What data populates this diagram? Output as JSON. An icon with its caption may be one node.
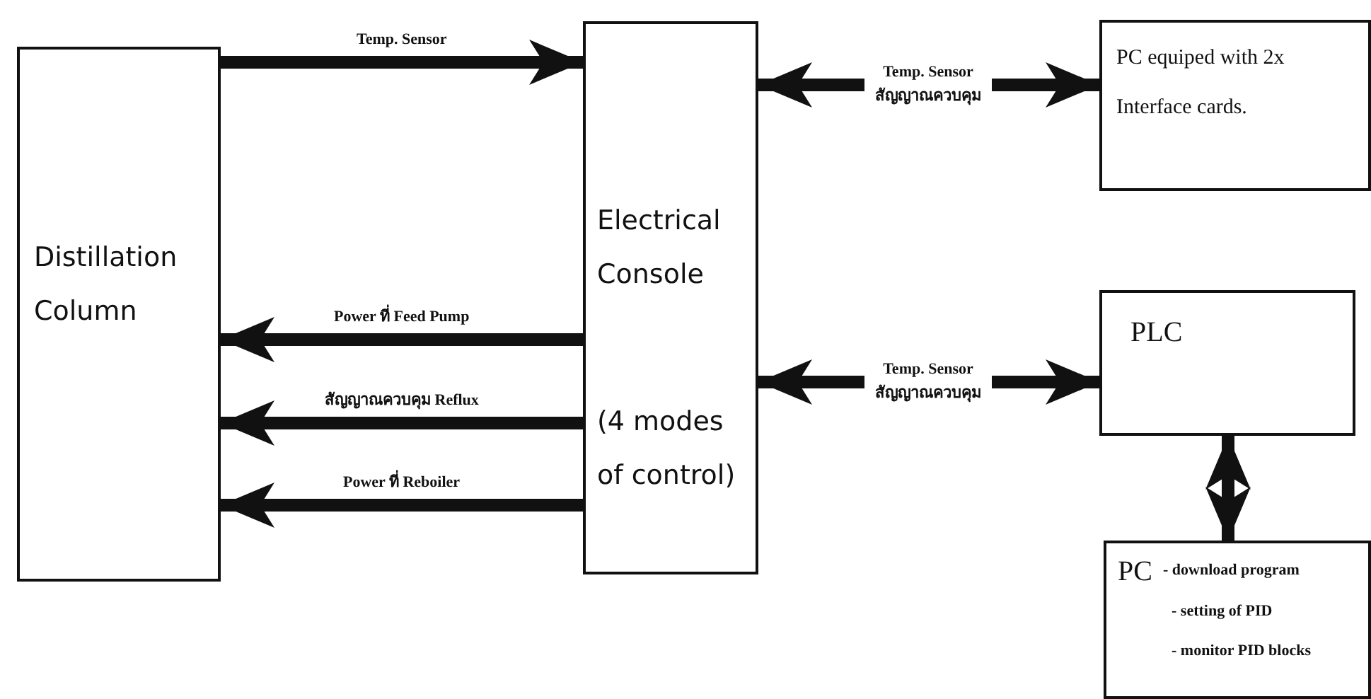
{
  "diagram": {
    "nodes": [
      {
        "text": [
          "Distillation Column"
        ]
      },
      {
        "text": [
          "Electrical Console",
          "(4 modes of control)"
        ]
      },
      {
        "text": [
          "PC equiped with 2x Interface cards."
        ]
      },
      {
        "text": [
          "PLC"
        ]
      },
      {
        "text": [
          "PC",
          "- download program",
          "- setting of PID",
          "- monitor PID blocks"
        ]
      }
    ],
    "edges": [
      {
        "from": 0,
        "to": 1,
        "arrow": "to",
        "label": "Temp. Sensor"
      },
      {
        "from": 1,
        "to": 2,
        "arrow": "both",
        "label": "Temp. Sensor สัญญาณควบคุม"
      },
      {
        "from": 1,
        "to": 0,
        "arrow": "to",
        "label": "Power ที่ Feed Pump"
      },
      {
        "from": 1,
        "to": 3,
        "arrow": "both",
        "label": "Temp. Sensor สัญญาณควบคุม"
      },
      {
        "from": 1,
        "to": 0,
        "arrow": "to",
        "label": "สัญญาณควบคุม Reflux"
      },
      {
        "from": 1,
        "to": 0,
        "arrow": "to",
        "label": "Power ที่ Reboiler"
      },
      {
        "from": 3,
        "to": 4,
        "arrow": "both"
      }
    ]
  }
}
